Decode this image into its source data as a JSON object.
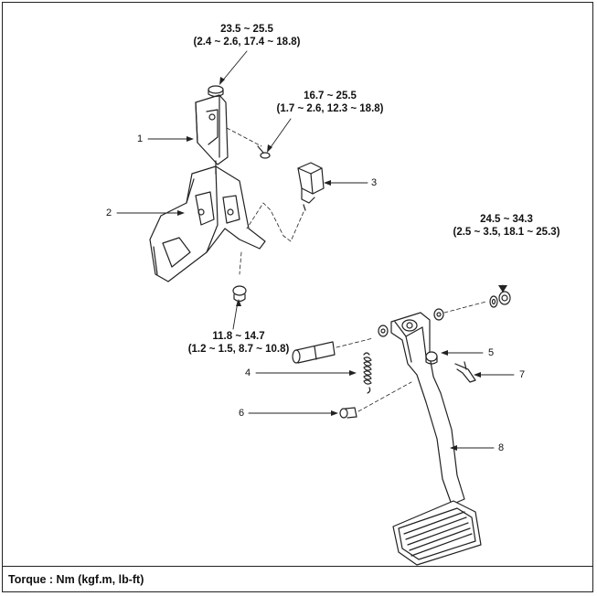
{
  "torques": {
    "t1": {
      "line1": "23.5 ~ 25.5",
      "line2": "(2.4 ~ 2.6, 17.4 ~ 18.8)"
    },
    "t2": {
      "line1": "16.7 ~ 25.5",
      "line2": "(1.7 ~ 2.6, 12.3 ~ 18.8)"
    },
    "t3": {
      "line1": "24.5 ~ 34.3",
      "line2": "(2.5 ~ 3.5, 18.1 ~ 25.3)"
    },
    "t4": {
      "line1": "11.8 ~ 14.7",
      "line2": "(1.2 ~ 1.5, 8.7 ~ 10.8)"
    }
  },
  "callouts": [
    "1",
    "2",
    "3",
    "4",
    "5",
    "6",
    "7",
    "8"
  ],
  "footer": {
    "text": "Torque : Nm (kgf.m, lb-ft)"
  }
}
